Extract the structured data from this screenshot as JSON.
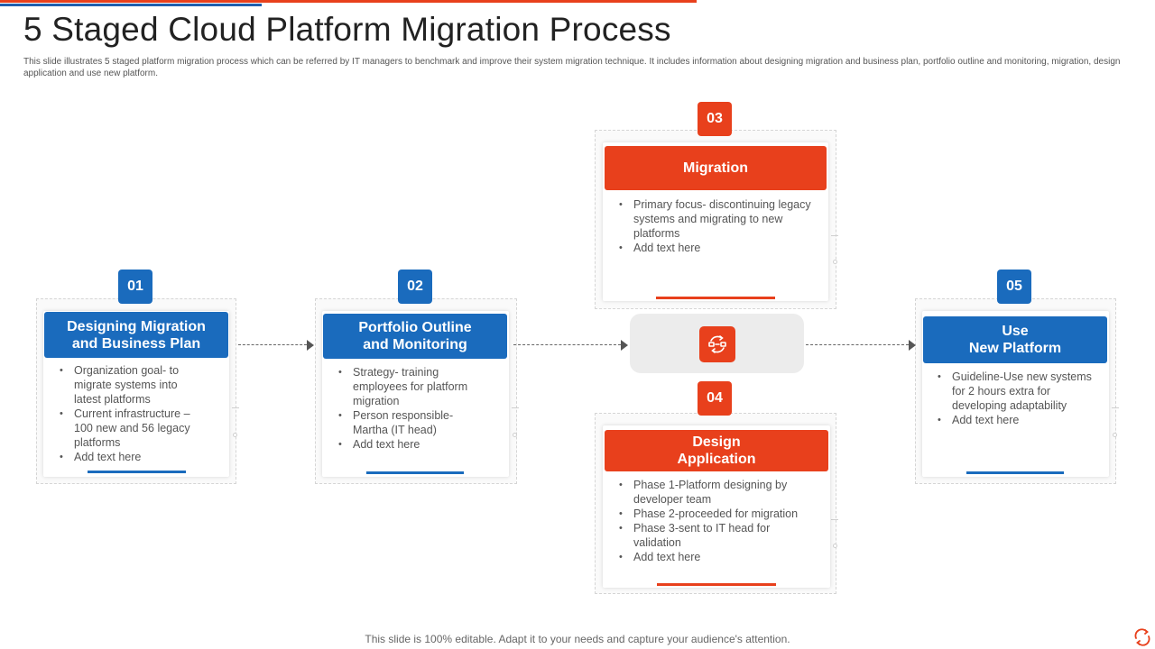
{
  "slide": {
    "title": "5 Staged Cloud Platform Migration Process",
    "subtitle": "This slide illustrates 5 staged platform migration process which can be referred by IT managers to benchmark and improve their system migration technique. It includes information about designing migration and business plan, portfolio outline and monitoring, migration, design application and use new platform.",
    "footer": "This slide is 100% editable. Adapt it to your needs and capture your audience's attention."
  },
  "colors": {
    "blue": "#1a6bbd",
    "red": "#e8401c",
    "hub_bg": "#ececec"
  },
  "hub": {
    "icon": "cloud-migration-icon"
  },
  "stages": [
    {
      "number": "01",
      "title": "Designing Migration\nand Business  Plan",
      "bullets": [
        "Organization goal- to migrate systems into latest platforms",
        "Current infrastructure – 100 new and 56 legacy platforms",
        "Add text here"
      ]
    },
    {
      "number": "02",
      "title": "Portfolio Outline\nand Monitoring",
      "bullets": [
        "Strategy- training employees for platform migration",
        "Person responsible- Martha (IT head)",
        "Add text here"
      ]
    },
    {
      "number": "03",
      "title": "Migration",
      "bullets": [
        "Primary focus- discontinuing legacy systems and migrating to new platforms",
        "Add text here"
      ]
    },
    {
      "number": "04",
      "title": "Design\nApplication",
      "bullets": [
        "Phase 1-Platform designing by developer  team",
        "Phase 2-proceeded for migration",
        "Phase 3-sent to IT  head for validation",
        "Add text here"
      ]
    },
    {
      "number": "05",
      "title": "Use\nNew Platform",
      "bullets": [
        "Guideline-Use  new systems for 2 hours extra for developing  adaptability",
        "Add text here"
      ]
    }
  ]
}
